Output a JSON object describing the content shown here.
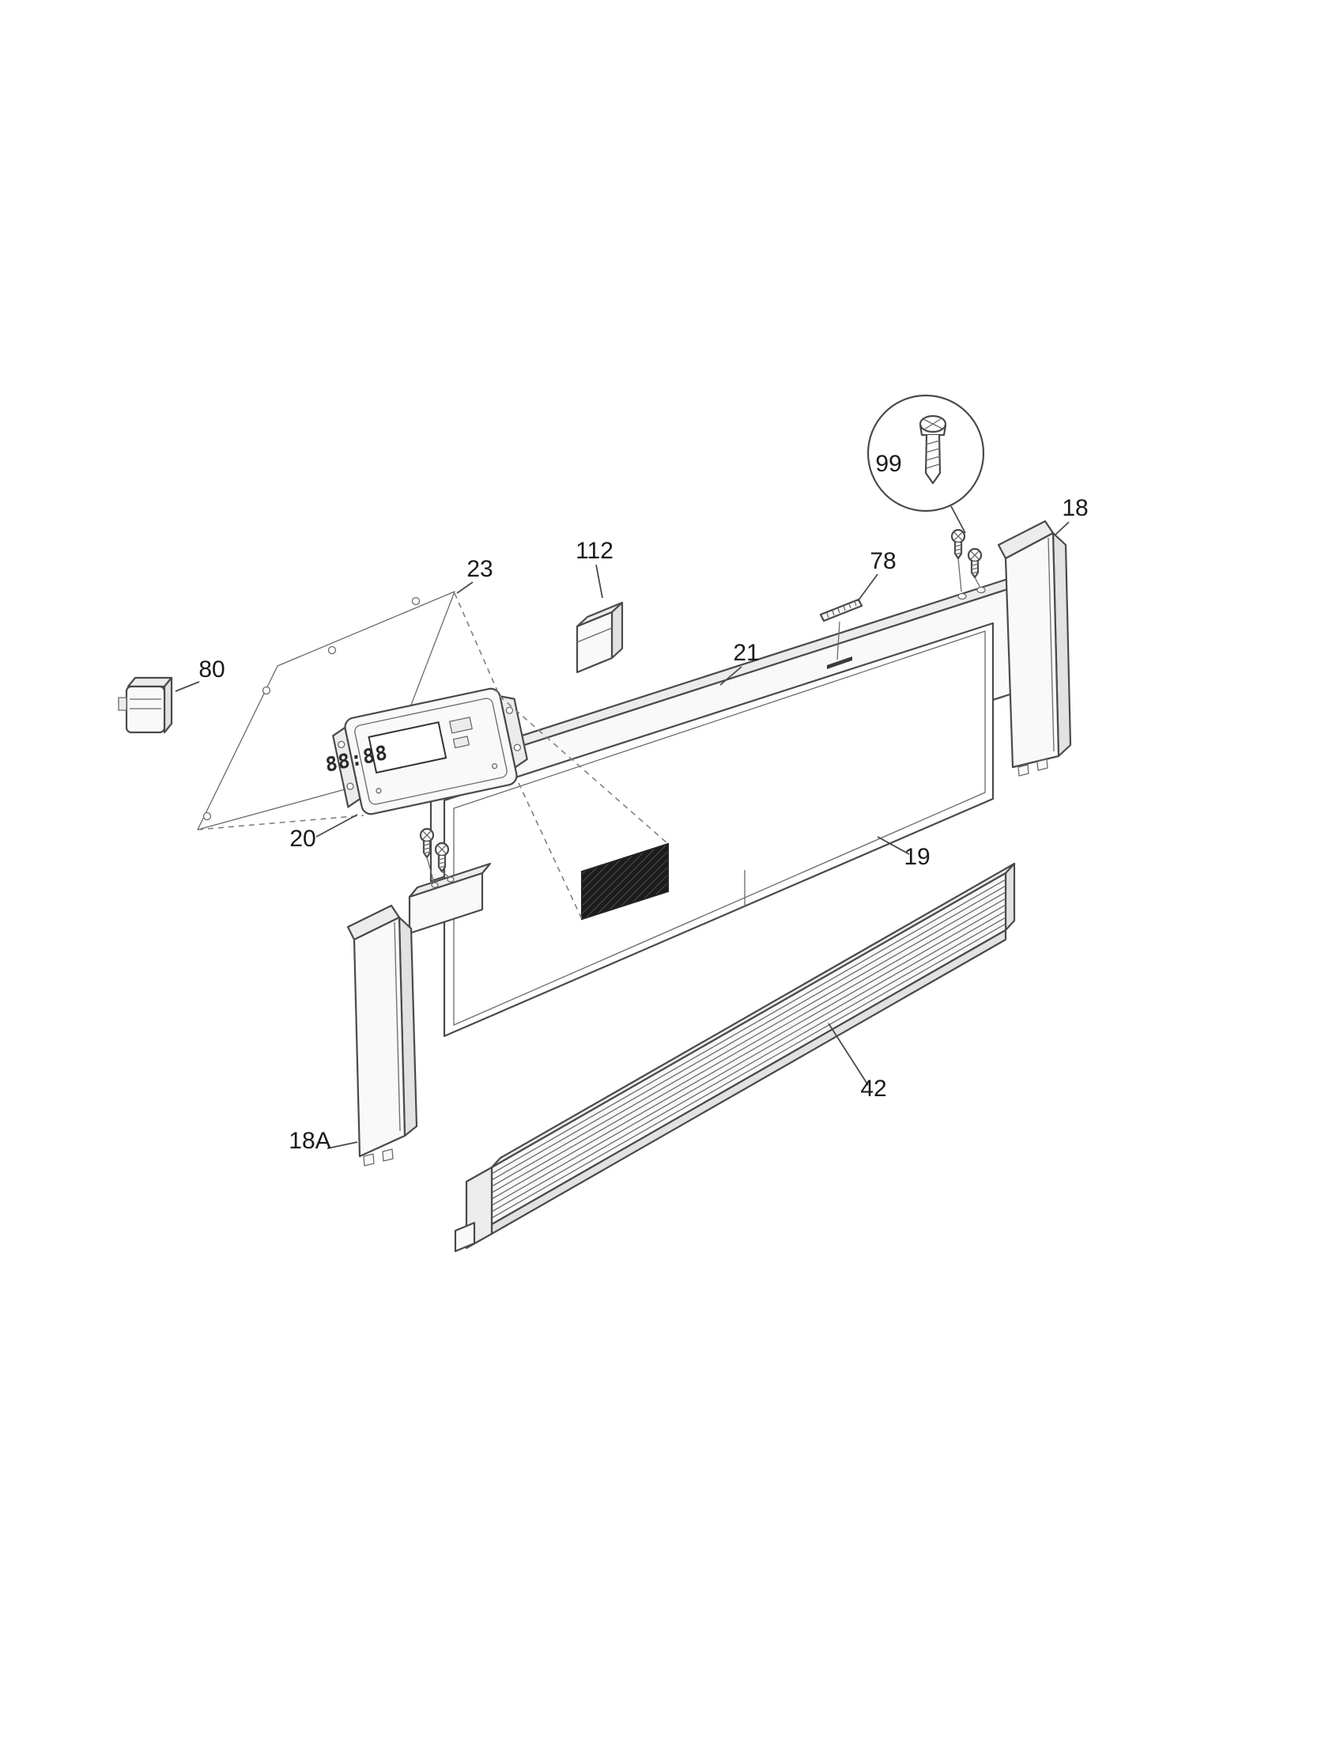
{
  "diagram": {
    "type": "exploded_parts_diagram",
    "colors": {
      "background": "#ffffff",
      "line": "#4a4a4a",
      "label": "#1a1a1a",
      "fill_light": "#f9f9f9",
      "fill_mid": "#ececec",
      "window_fill": "#1c1c1c"
    },
    "labels": [
      {
        "part": "99",
        "text": "99"
      },
      {
        "part": "18",
        "text": "18"
      },
      {
        "part": "112",
        "text": "112"
      },
      {
        "part": "78",
        "text": "78"
      },
      {
        "part": "23",
        "text": "23"
      },
      {
        "part": "21",
        "text": "21"
      },
      {
        "part": "80",
        "text": "80"
      },
      {
        "part": "20",
        "text": "20"
      },
      {
        "part": "19",
        "text": "19"
      },
      {
        "part": "18A",
        "text": "18A"
      },
      {
        "part": "42",
        "text": "42"
      }
    ],
    "control_board": {
      "display_text": "88:88"
    }
  }
}
